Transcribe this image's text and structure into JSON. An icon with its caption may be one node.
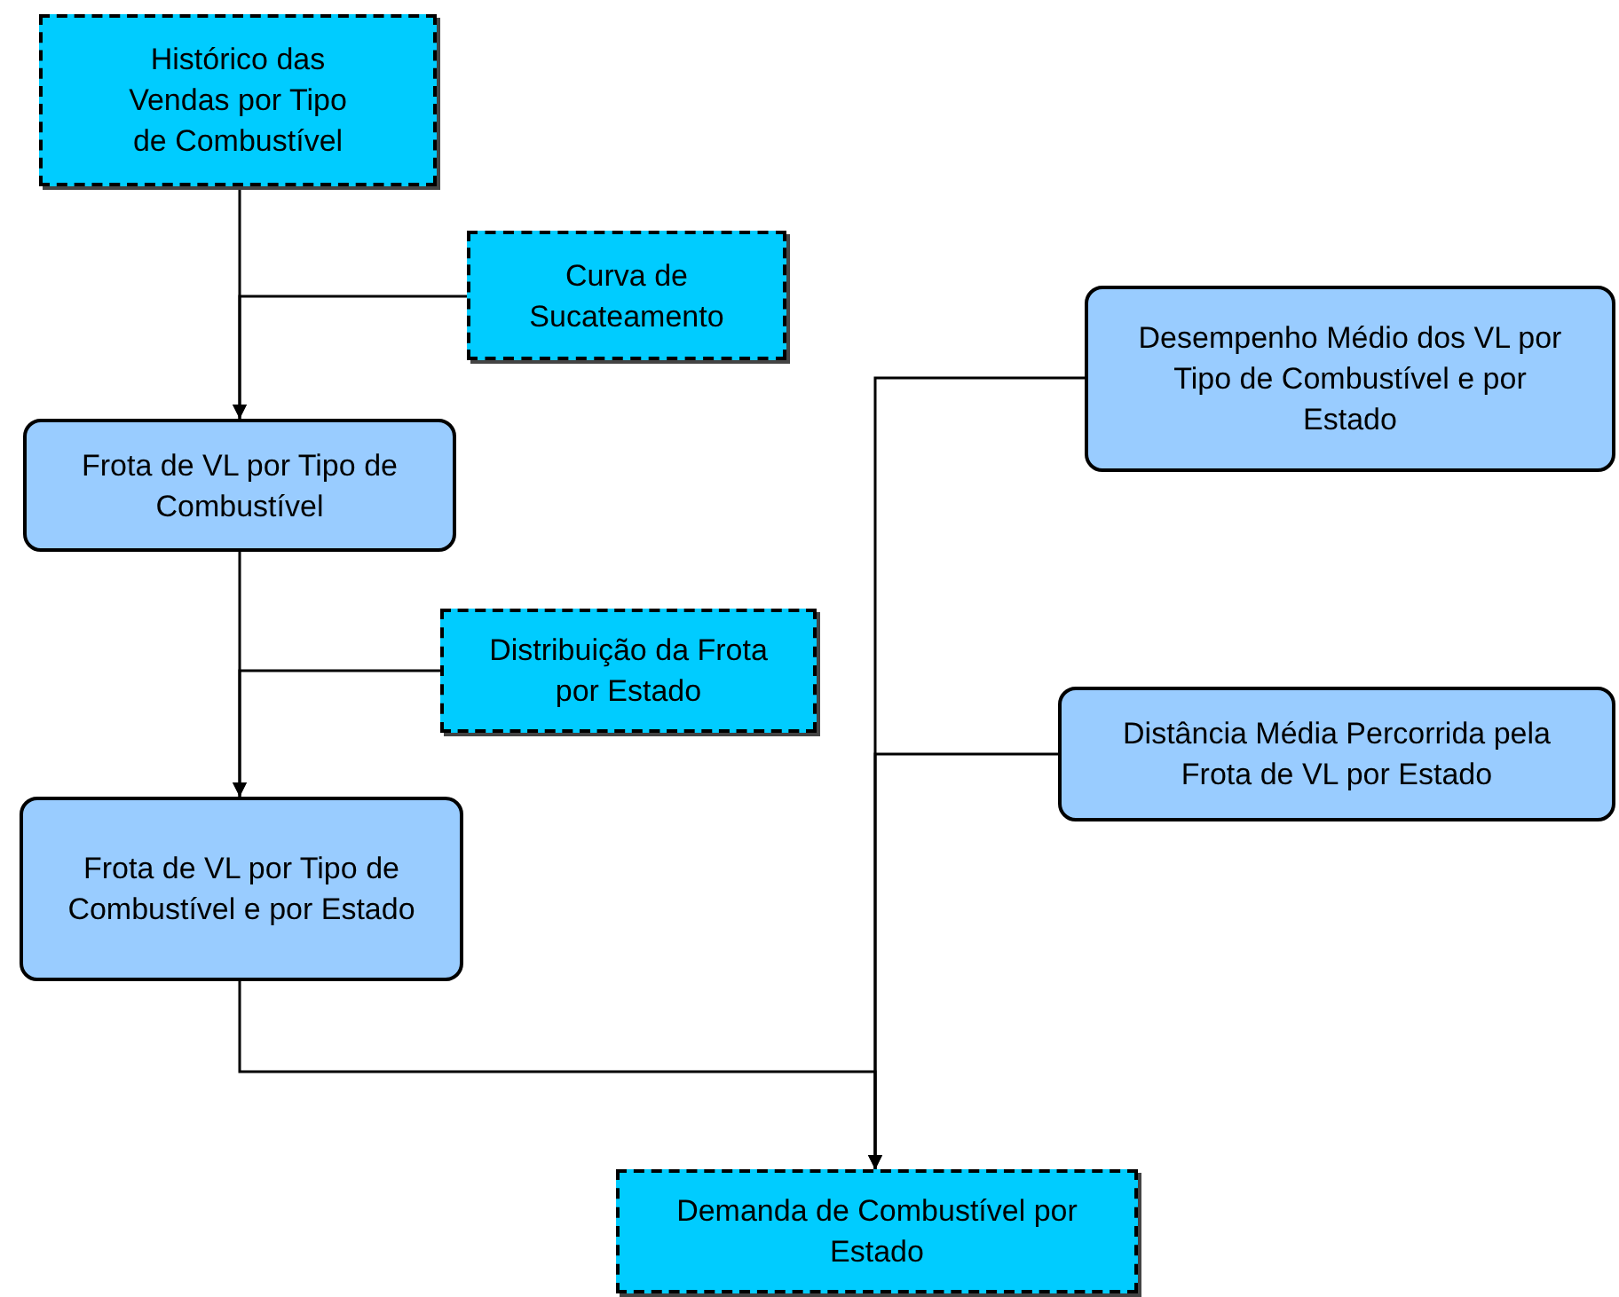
{
  "diagram": {
    "nodes": [
      {
        "text": [
          "Histórico das Vendas por Tipo de Combustível"
        ]
      },
      {
        "text": [
          "Curva de Sucateamento"
        ]
      },
      {
        "text": [
          "Frota de VL por Tipo de Combustível"
        ]
      },
      {
        "text": [
          "Distribuição da Frota por Estado"
        ]
      },
      {
        "text": [
          "Frota de VL por Tipo de Combustível e por Estado"
        ]
      },
      {
        "text": [
          "Desempenho Médio dos VL por Tipo de Combustível e por Estado"
        ]
      },
      {
        "text": [
          "Distância Média Percorrida pela Frota de VL por Estado"
        ]
      },
      {
        "text": [
          "Demanda de Combustível por Estado"
        ]
      }
    ],
    "edges": [
      {
        "from": 0,
        "to": 2,
        "arrow": "to"
      },
      {
        "from": 1,
        "to": 2,
        "arrow": "to"
      },
      {
        "from": 2,
        "to": 4,
        "arrow": "to"
      },
      {
        "from": 3,
        "to": 4,
        "arrow": "to"
      },
      {
        "from": 4,
        "to": 7,
        "arrow": "to"
      },
      {
        "from": 5,
        "to": 7,
        "arrow": "to"
      },
      {
        "from": 6,
        "to": 7,
        "arrow": "to"
      }
    ]
  }
}
